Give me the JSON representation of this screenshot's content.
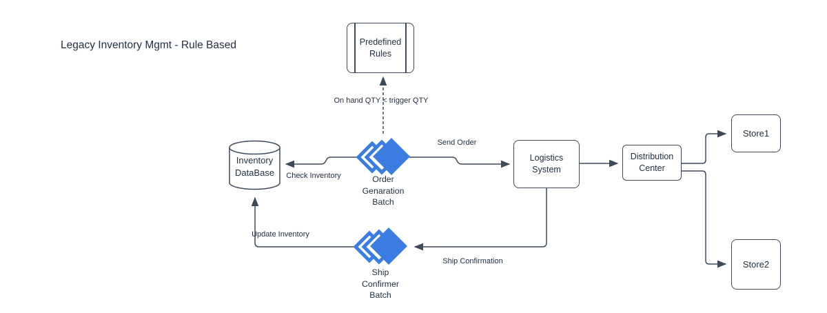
{
  "title": "Legacy Inventory Mgmt - Rule Based",
  "colors": {
    "background": "#ffffff",
    "node_fill": "#ffffff",
    "stroke": "#3e4a5a",
    "text": "#223041",
    "accent_blue": "#3b7ce0"
  },
  "nodes": {
    "predefined_rules": {
      "label": "Predefined\nRules",
      "shape": "predefined-process"
    },
    "inventory_database": {
      "label": "Inventory\nDataBase",
      "shape": "cylinder"
    },
    "order_generation_batch": {
      "label": "Order\nGenaration\nBatch",
      "shape": "batch-diamonds"
    },
    "logistics_system": {
      "label": "Logistics\nSystem",
      "shape": "rounded-rect"
    },
    "distribution_center": {
      "label": "Distribution\nCenter",
      "shape": "rounded-rect"
    },
    "store1": {
      "label": "Store1",
      "shape": "rounded-rect"
    },
    "store2": {
      "label": "Store2",
      "shape": "rounded-rect"
    },
    "ship_confirmer_batch": {
      "label": "Ship\nConfirmer\nBatch",
      "shape": "batch-diamonds"
    }
  },
  "edges": {
    "trigger_rule": {
      "label": "On hand QTY < trigger QTY",
      "from": "order_generation_batch",
      "to": "predefined_rules",
      "style": "dashed"
    },
    "check_inventory": {
      "label": "Check Inventory",
      "from": "order_generation_batch",
      "to": "inventory_database",
      "style": "solid"
    },
    "send_order": {
      "label": "Send Order",
      "from": "order_generation_batch",
      "to": "logistics_system",
      "style": "solid"
    },
    "logistics_to_distribution": {
      "label": "",
      "from": "logistics_system",
      "to": "distribution_center",
      "style": "solid"
    },
    "distribution_to_store1": {
      "label": "",
      "from": "distribution_center",
      "to": "store1",
      "style": "solid"
    },
    "distribution_to_store2": {
      "label": "",
      "from": "distribution_center",
      "to": "store2",
      "style": "solid"
    },
    "ship_confirmation": {
      "label": "Ship Confirmation",
      "from": "logistics_system",
      "to": "ship_confirmer_batch",
      "style": "solid"
    },
    "update_inventory": {
      "label": "Update Inventory",
      "from": "ship_confirmer_batch",
      "to": "inventory_database",
      "style": "solid"
    }
  }
}
